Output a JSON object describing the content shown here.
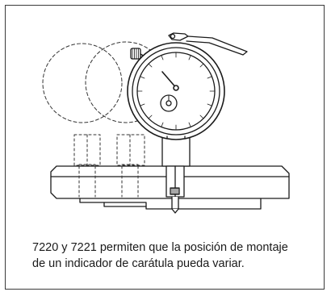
{
  "caption": {
    "line1": "7220 y 7221 permiten que la posición de montaje",
    "line2": "de un indicador de carátula pueda variar."
  },
  "illustration": {
    "subject": "dial indicator mounted on a stand base",
    "colors": {
      "stroke": "#1a1a1a",
      "fill": "#ffffff",
      "dashed": "#333333"
    }
  }
}
